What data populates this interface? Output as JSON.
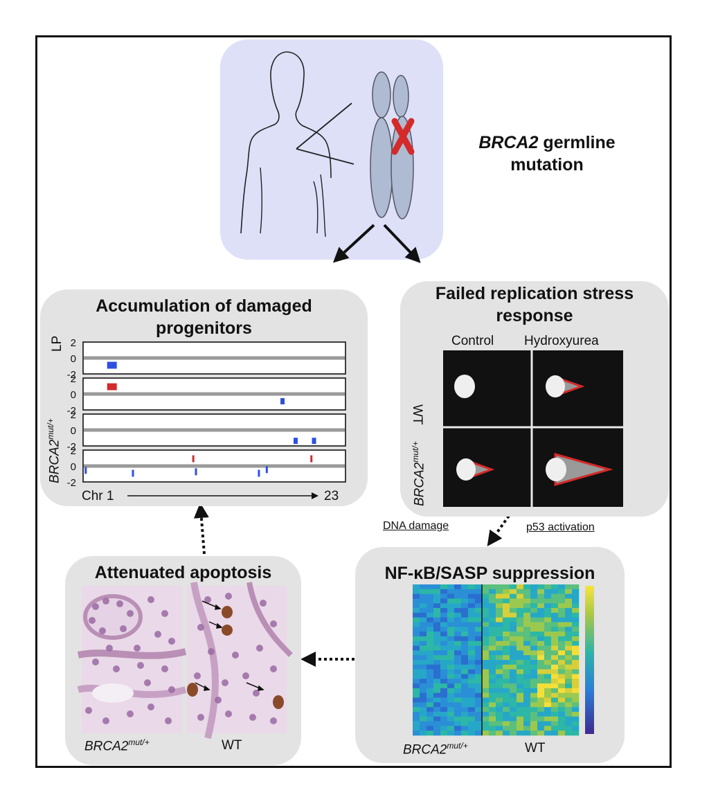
{
  "top": {
    "title_gene": "BRCA2",
    "title_rest_line1": " germline",
    "title_line2": "mutation"
  },
  "cnv_panel": {
    "title_line1": "Accumulation of damaged",
    "title_line2": "progenitors",
    "y_ticks": [
      "2",
      "0",
      "-2"
    ],
    "row_label_lp": "LP",
    "row_label_gene": "BRCA2",
    "row_label_sup": "mut/+",
    "x_start": "Chr 1",
    "x_end": "23",
    "tracks": [
      {
        "gains": [],
        "losses": [
          {
            "pos": 0.11,
            "level": -1,
            "wide": true
          }
        ]
      },
      {
        "gains": [
          {
            "pos": 0.11,
            "level": 1,
            "wide": true
          }
        ],
        "losses": [
          {
            "pos": 0.76,
            "level": -1,
            "wide": false
          }
        ]
      },
      {
        "gains": [],
        "losses": [
          {
            "pos": 0.81,
            "level": -1.5,
            "wide": false
          },
          {
            "pos": 0.88,
            "level": -1.5,
            "wide": false
          }
        ]
      },
      {
        "gains": [
          {
            "pos": 0.42,
            "level": 1
          },
          {
            "pos": 0.87,
            "level": 1
          }
        ],
        "losses": [
          {
            "pos": 0.01,
            "level": -0.6
          },
          {
            "pos": 0.19,
            "level": -1
          },
          {
            "pos": 0.43,
            "level": -0.8
          },
          {
            "pos": 0.67,
            "level": -1
          },
          {
            "pos": 0.7,
            "level": -0.5
          }
        ]
      }
    ]
  },
  "replication_panel": {
    "title_line1": "Failed replication stress",
    "title_line2": "response",
    "col_control": "Control",
    "col_hu": "Hydroxyurea",
    "row_wt": "WT",
    "row_gene": "BRCA2",
    "row_sup": "mut/+"
  },
  "links": {
    "dna_damage": "DNA damage",
    "p53_activation": "p53 activation"
  },
  "apoptosis_panel": {
    "title": "Attenuated apoptosis",
    "label_gene": "BRCA2",
    "label_sup": "mut/+",
    "label_wt": "WT"
  },
  "nfkb_panel": {
    "title": "NF-κB/SASP suppression",
    "label_gene": "BRCA2",
    "label_sup": "mut/+",
    "label_wt": "WT"
  },
  "colors": {
    "top_panel_bg": "#dde0f7",
    "panel_bg": "#e3e3e3",
    "gain": "#d42a2a",
    "loss": "#2d50e0",
    "cross": "#d42a2a",
    "arrow": "#111111"
  }
}
